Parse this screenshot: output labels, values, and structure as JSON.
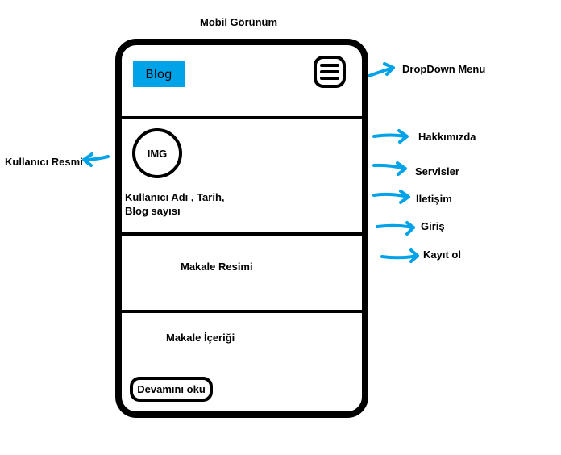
{
  "title": "Mobil Görünüm",
  "colors": {
    "accent": "#00a2e8",
    "outline": "#000000",
    "background": "#ffffff"
  },
  "phone": {
    "header": {
      "blog_label": "Blog",
      "menu_icon": "hamburger-menu-icon"
    },
    "profile": {
      "avatar_label": "IMG",
      "info_line1": "Kullanıcı Adı , Tarih,",
      "info_line2": "Blog sayısı"
    },
    "article": {
      "image_label": "Makale Resimi",
      "content_label": "Makale İçeriği",
      "read_more_label": "Devamını oku"
    }
  },
  "annotations": {
    "dropdown_menu": "DropDown Menu",
    "user_image": "Kullanıcı Resmi",
    "menu_items": [
      "Hakkımızda",
      "Servisler",
      "İletişim",
      "Giriş",
      "Kayıt ol"
    ]
  }
}
